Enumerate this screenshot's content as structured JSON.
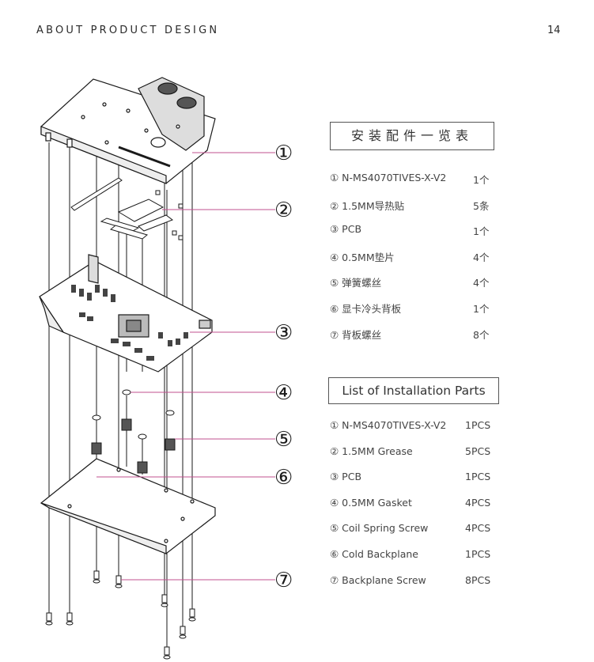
{
  "header": {
    "title": "ABOUT PRODUCT DESIGN",
    "page_number": "14"
  },
  "diagram": {
    "callouts": [
      "①",
      "②",
      "③",
      "④",
      "⑤",
      "⑥",
      "⑦"
    ]
  },
  "parts_cn": {
    "title": "安装配件一览表",
    "items": [
      {
        "label": "① N-MS4070TIVES-X-V2",
        "qty": "1个"
      },
      {
        "label": "② 1.5MM导热贴",
        "qty": "5条"
      },
      {
        "label": "③  PCB",
        "qty": "1个"
      },
      {
        "label": "④ 0.5MM垫片",
        "qty": "4个"
      },
      {
        "label": "⑤  弹簧螺丝",
        "qty": "4个"
      },
      {
        "label": "⑥  显卡冷头背板",
        "qty": "1个"
      },
      {
        "label": "⑦  背板螺丝",
        "qty": "8个"
      }
    ]
  },
  "parts_en": {
    "title": "List of Installation Parts",
    "items": [
      {
        "label": "① N-MS4070TIVES-X-V2",
        "qty": "1PCS"
      },
      {
        "label": "② 1.5MM Grease",
        "qty": "5PCS"
      },
      {
        "label": "③  PCB",
        "qty": "1PCS"
      },
      {
        "label": "④ 0.5MM Gasket",
        "qty": "4PCS"
      },
      {
        "label": "⑤ Coil Spring Screw",
        "qty": "4PCS"
      },
      {
        "label": "⑥  Cold Backplane",
        "qty": "1PCS"
      },
      {
        "label": "⑦ Backplane Screw",
        "qty": "8PCS"
      }
    ]
  },
  "colors": {
    "leader_line": "#c0508f",
    "line_art": "#1a1a1a"
  }
}
